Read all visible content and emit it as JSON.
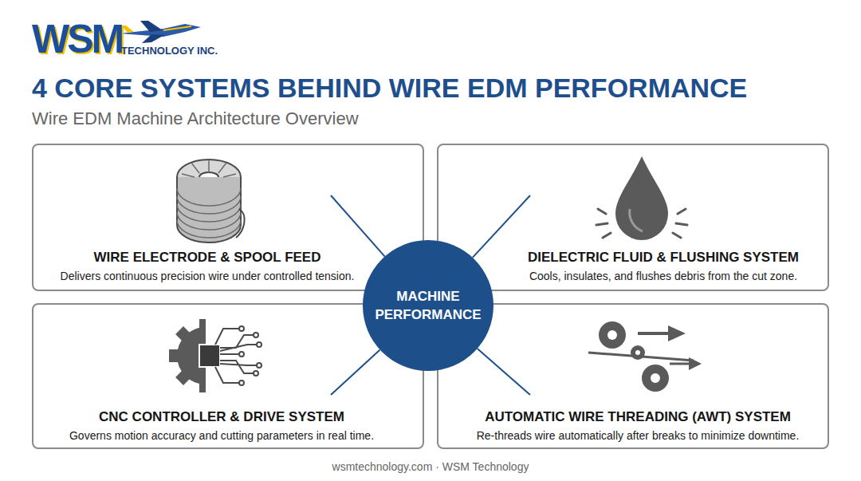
{
  "diagram": {
    "title": "4 CORE SYSTEMS BEHIND WIRE EDM PERFORMANCE",
    "caption": "wsmtechnology.com · WSM Technology",
    "nodes": [
      {
        "text": [
          "WIRE ELECTRODE & SPOOL FEED",
          "Delivers continuous precision wire under controlled tension."
        ]
      },
      {
        "text": [
          "DIELECTRIC FLUID & FLUSHING SYSTEM",
          "Cools, insulates, and flushes debris from the cut zone."
        ]
      },
      {
        "text": [
          "CNC CONTROLLER & DRIVE SYSTEM",
          "Governs motion accuracy and cutting parameters in real time."
        ]
      },
      {
        "text": [
          "AUTOMATIC WIRE THREADING (AWT) SYSTEM",
          "Re-threads wire automatically after breaks to minimize downtime."
        ]
      },
      {
        "text": [
          "MACHINE PERFORMANCE"
        ]
      }
    ],
    "edges": [
      {
        "from": 4,
        "to": 0,
        "arrow": "none"
      },
      {
        "from": 4,
        "to": 1,
        "arrow": "none"
      },
      {
        "from": 4,
        "to": 2,
        "arrow": "none"
      },
      {
        "from": 4,
        "to": 3,
        "arrow": "none"
      }
    ],
    "labels": [
      "WSM",
      "TECHNOLOGY INC.",
      "Wire EDM Machine Architecture Overview"
    ]
  }
}
